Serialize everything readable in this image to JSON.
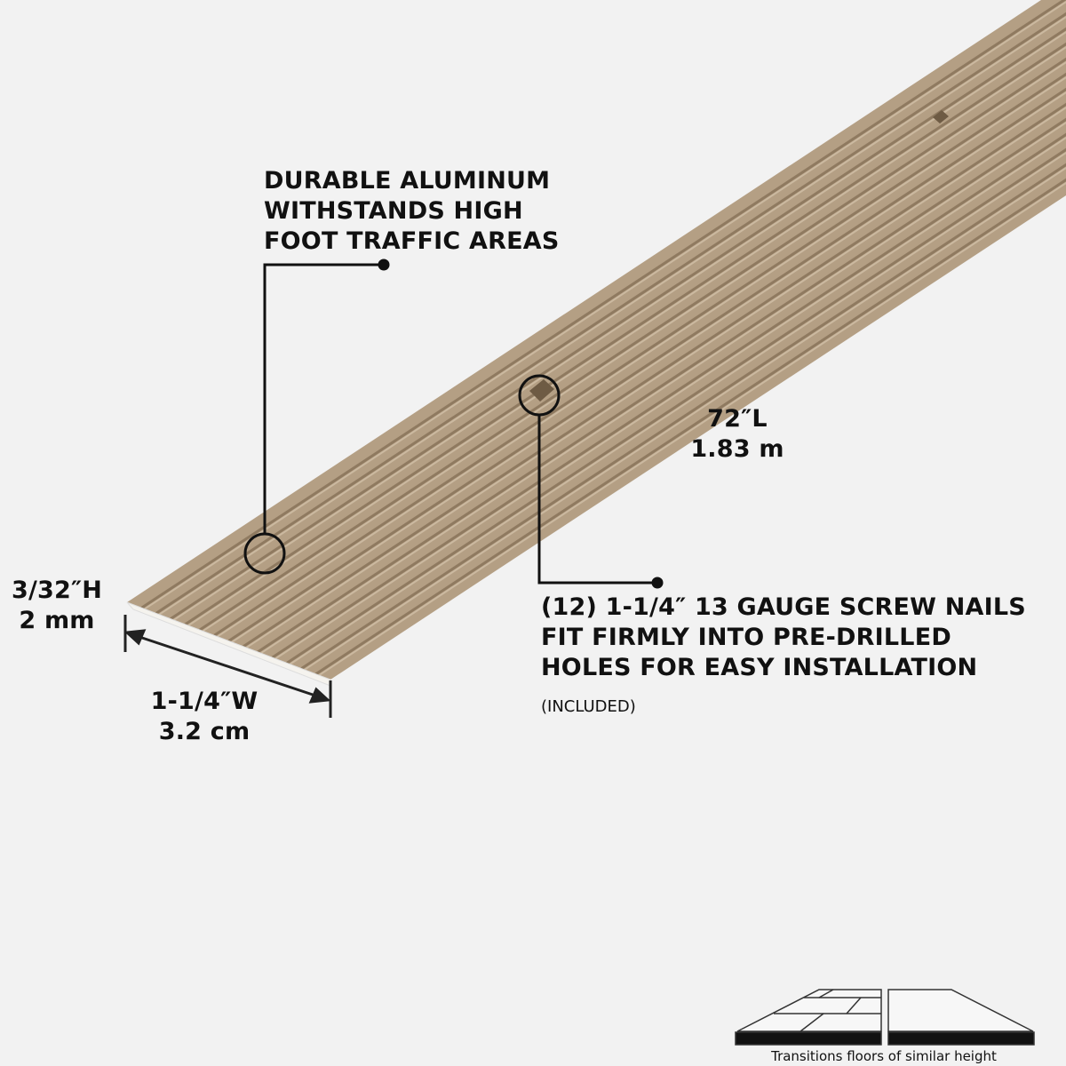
{
  "callouts": {
    "aluminum": [
      "DURABLE ALUMINUM",
      "WITHSTANDS HIGH",
      "FOOT TRAFFIC AREAS"
    ],
    "nails": [
      "(12) 1-1/4″ 13 GAUGE SCREW NAILS",
      "FIT FIRMLY INTO PRE-DRILLED",
      "HOLES FOR EASY INSTALLATION"
    ],
    "nails_note": "(INCLUDED)"
  },
  "dimensions": {
    "length": [
      "72″L",
      "1.83 m"
    ],
    "height": [
      "3/32″H",
      "2 mm"
    ],
    "width": [
      "1-1/4″W",
      "3.2 cm"
    ]
  },
  "badge": {
    "caption": "Transitions floors of similar height"
  },
  "colors": {
    "strip": "#b49f84",
    "rib": "#8f7a60",
    "background": "#f2f2f2"
  }
}
